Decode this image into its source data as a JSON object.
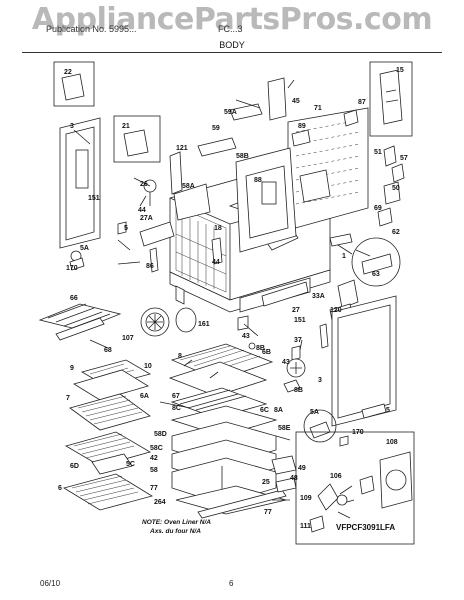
{
  "watermark": "AppliancePartsPros.com",
  "header": {
    "left": "Publication No. 5995...",
    "right": "FC...3"
  },
  "section_title": "BODY",
  "callouts": {
    "c22": "22",
    "c3a": "3",
    "c21": "21",
    "c151a": "151",
    "c5a1": "5",
    "c5A1": "5A",
    "c170a": "170",
    "c45": "45",
    "c59A": "59A",
    "c59": "59",
    "c71": "71",
    "c87": "87",
    "c15": "15",
    "c89": "89",
    "c121": "121",
    "c58A": "58A",
    "c58B": "58B",
    "c88": "88",
    "c44a": "44",
    "c27A": "27A",
    "c26": "26",
    "c18": "18",
    "c44b": "44",
    "c86": "86",
    "c51": "51",
    "c57": "57",
    "c50": "50",
    "c69": "69",
    "c62": "62",
    "c1": "1",
    "c63": "63",
    "c33A": "33A",
    "c27": "27",
    "c120": "120",
    "c66": "66",
    "c107": "107",
    "c161": "161",
    "c43a": "43",
    "c8Ba": "8B",
    "c151b": "151",
    "c37": "37",
    "c68": "68",
    "c43b": "43",
    "c8": "8",
    "c6B": "6B",
    "c10": "10",
    "c9": "9",
    "c8Bb": "8B",
    "c3b": "3",
    "c7": "7",
    "c6A": "6A",
    "c67": "67",
    "c8C": "8C",
    "c6C": "6C",
    "c8A": "8A",
    "c58E": "58E",
    "c5b": "5",
    "c5A2": "5A",
    "c170b": "170",
    "c108": "108",
    "c6D": "6D",
    "c58D": "58D",
    "c58C": "58C",
    "c42": "42",
    "c5C": "5C",
    "c58": "58",
    "c49": "49",
    "c48": "48",
    "c6": "6",
    "c77a": "77",
    "c264": "264",
    "c25": "25",
    "c106": "106",
    "c109": "109",
    "c77b": "77",
    "c111": "111"
  },
  "note_line1": "NOTE: Oven Liner N/A",
  "note_line2": "Axs. du four N/A",
  "diagram_code": "VFPCF3091LFA",
  "footer": {
    "date": "06/10",
    "page": "6"
  }
}
